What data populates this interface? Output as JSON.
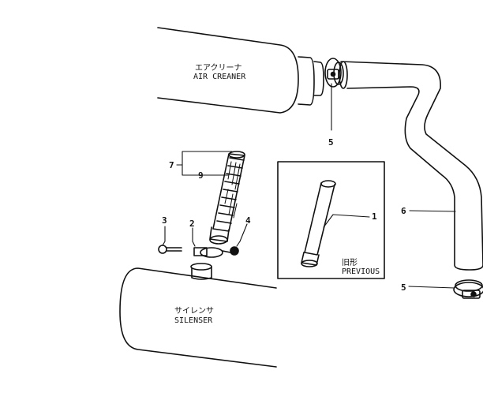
{
  "diagram": {
    "air_cleaner": {
      "label_jp": "エアクリーナ",
      "label_en": "AIR CREANER"
    },
    "silencer": {
      "label_jp": "サイレンサ",
      "label_en": "SILENSER"
    },
    "inset": {
      "label_jp": "旧形",
      "label_en": "PREVIOUS"
    },
    "callouts": {
      "c1": "1",
      "c2": "2",
      "c3": "3",
      "c4": "4",
      "c5_top": "5",
      "c5_bottom": "5",
      "c6": "6",
      "c7": "7",
      "c9": "9"
    },
    "colors": {
      "line": "#111111",
      "background": "#ffffff"
    }
  }
}
